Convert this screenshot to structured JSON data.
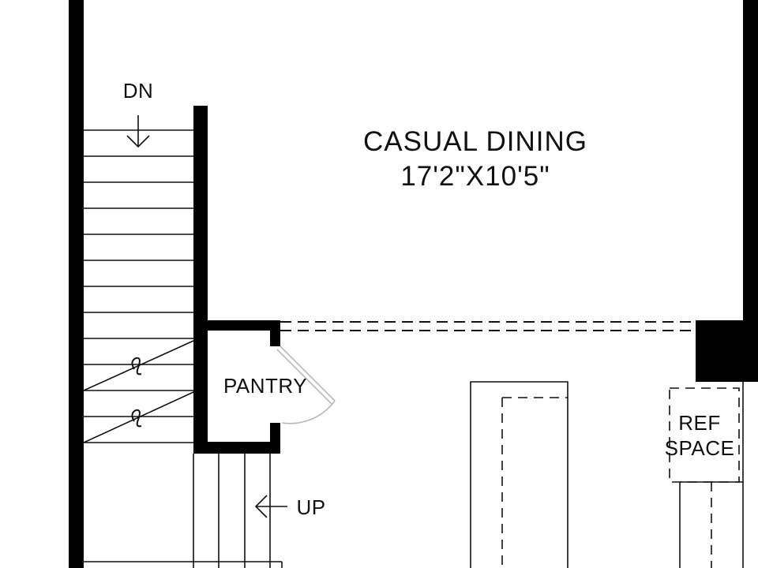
{
  "plan": {
    "rooms": {
      "casual_dining": {
        "name": "CASUAL DINING",
        "dimensions": "17'2\"X10'5\""
      },
      "pantry": {
        "name": "PANTRY"
      },
      "ref_space": {
        "line1": "REF",
        "line2": "SPACE"
      }
    },
    "stairs": {
      "down_label": "DN",
      "up_label": "UP"
    },
    "colors": {
      "wall": "#000000",
      "line": "#111111",
      "door": "#b8b8b8",
      "background": "#ffffff"
    }
  }
}
